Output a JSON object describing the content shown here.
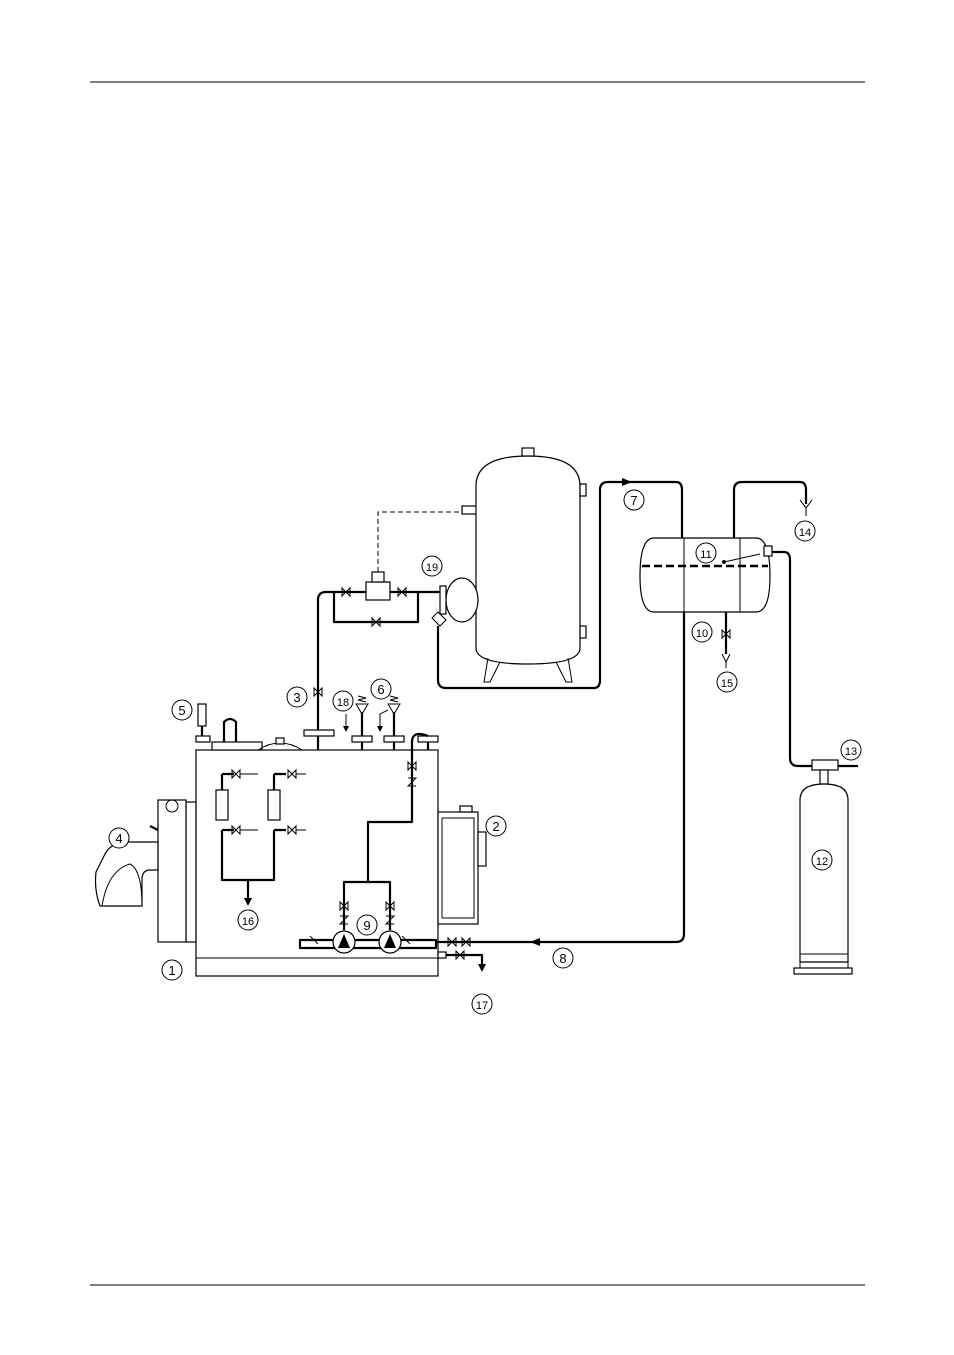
{
  "callouts": [
    {
      "id": "1",
      "label": "1"
    },
    {
      "id": "2",
      "label": "2"
    },
    {
      "id": "3",
      "label": "3"
    },
    {
      "id": "4",
      "label": "4"
    },
    {
      "id": "5",
      "label": "5"
    },
    {
      "id": "6",
      "label": "6"
    },
    {
      "id": "7",
      "label": "7"
    },
    {
      "id": "8",
      "label": "8"
    },
    {
      "id": "9",
      "label": "9"
    },
    {
      "id": "10",
      "label": "10"
    },
    {
      "id": "11",
      "label": "11"
    },
    {
      "id": "12",
      "label": "12"
    },
    {
      "id": "13",
      "label": "13"
    },
    {
      "id": "14",
      "label": "14"
    },
    {
      "id": "15",
      "label": "15"
    },
    {
      "id": "16",
      "label": "16"
    },
    {
      "id": "17",
      "label": "17"
    },
    {
      "id": "18",
      "label": "18"
    },
    {
      "id": "19",
      "label": "19"
    }
  ],
  "colors": {
    "line": "#000000",
    "background": "#ffffff"
  }
}
